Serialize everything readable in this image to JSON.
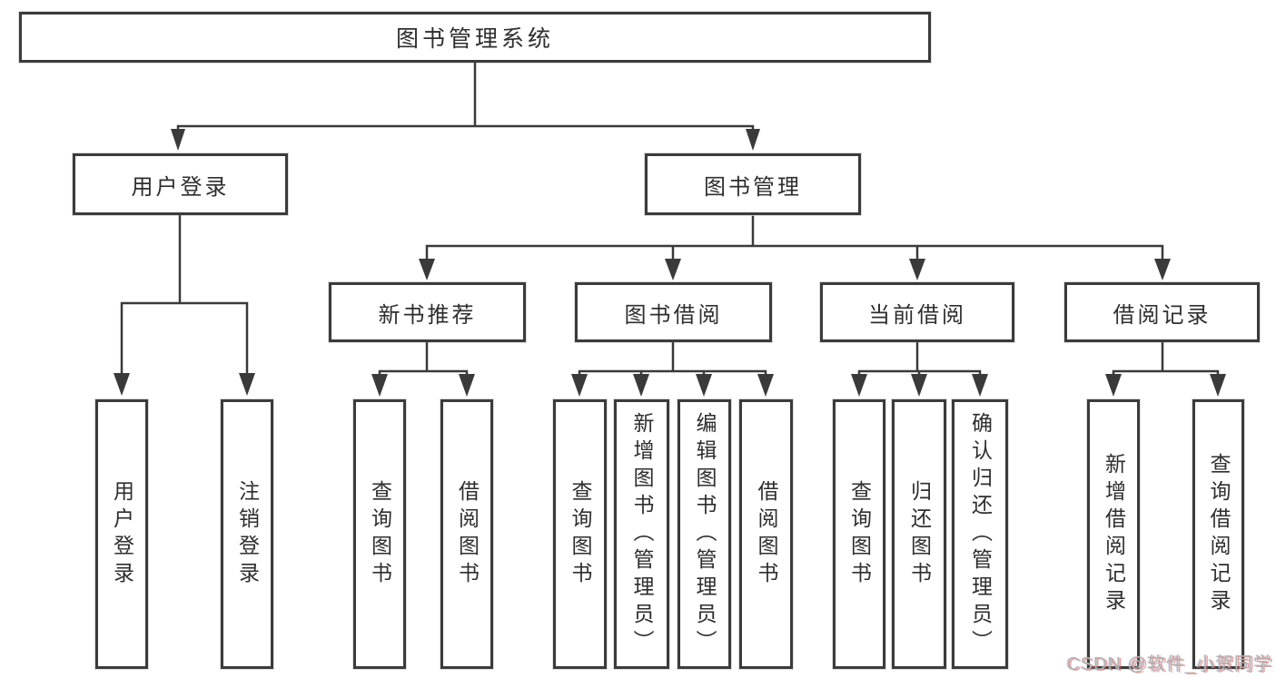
{
  "diagram_title": "图书管理系统",
  "nodes": {
    "root": "图书管理系统",
    "user_login": "用户登录",
    "book_management": "图书管理",
    "new_book_recommendation": "新书推荐",
    "book_borrowing": "图书借阅",
    "current_borrowing": "当前借阅",
    "borrowing_records": "借阅记录",
    "leaf_user_login": "用户登录",
    "leaf_logout": "注销登录",
    "leaf_rec_query_books": "查询图书",
    "leaf_rec_borrow_books": "借阅图书",
    "leaf_bor_query_books": "查询图书",
    "leaf_bor_add_books": "新增图书（管理员）",
    "leaf_bor_edit_books": "编辑图书（管理员）",
    "leaf_bor_borrow_books": "借阅图书",
    "leaf_cur_query_books": "查询图书",
    "leaf_cur_return_books": "归还图书",
    "leaf_cur_confirm_return": "确认归还（管理员）",
    "leaf_rec_add_record": "新增借阅记录",
    "leaf_rec_query_record": "查询借阅记录"
  },
  "edges": [
    {
      "from": "root",
      "to": "user_login"
    },
    {
      "from": "root",
      "to": "book_management"
    },
    {
      "from": "user_login",
      "to": "leaf_user_login"
    },
    {
      "from": "user_login",
      "to": "leaf_logout"
    },
    {
      "from": "book_management",
      "to": "new_book_recommendation"
    },
    {
      "from": "book_management",
      "to": "book_borrowing"
    },
    {
      "from": "book_management",
      "to": "current_borrowing"
    },
    {
      "from": "book_management",
      "to": "borrowing_records"
    },
    {
      "from": "new_book_recommendation",
      "to": "leaf_rec_query_books"
    },
    {
      "from": "new_book_recommendation",
      "to": "leaf_rec_borrow_books"
    },
    {
      "from": "book_borrowing",
      "to": "leaf_bor_query_books"
    },
    {
      "from": "book_borrowing",
      "to": "leaf_bor_add_books"
    },
    {
      "from": "book_borrowing",
      "to": "leaf_bor_edit_books"
    },
    {
      "from": "book_borrowing",
      "to": "leaf_bor_borrow_books"
    },
    {
      "from": "current_borrowing",
      "to": "leaf_cur_query_books"
    },
    {
      "from": "current_borrowing",
      "to": "leaf_cur_return_books"
    },
    {
      "from": "current_borrowing",
      "to": "leaf_cur_confirm_return"
    },
    {
      "from": "borrowing_records",
      "to": "leaf_rec_add_record"
    },
    {
      "from": "borrowing_records",
      "to": "leaf_rec_query_record"
    }
  ],
  "colors": {
    "line": "#3a3a3a",
    "box_border": "#3b3b3b",
    "text": "#2e2e2e",
    "background": "#ffffff",
    "watermark": "#b3b3b3"
  },
  "watermark": "CSDN @软件_小贺同学"
}
